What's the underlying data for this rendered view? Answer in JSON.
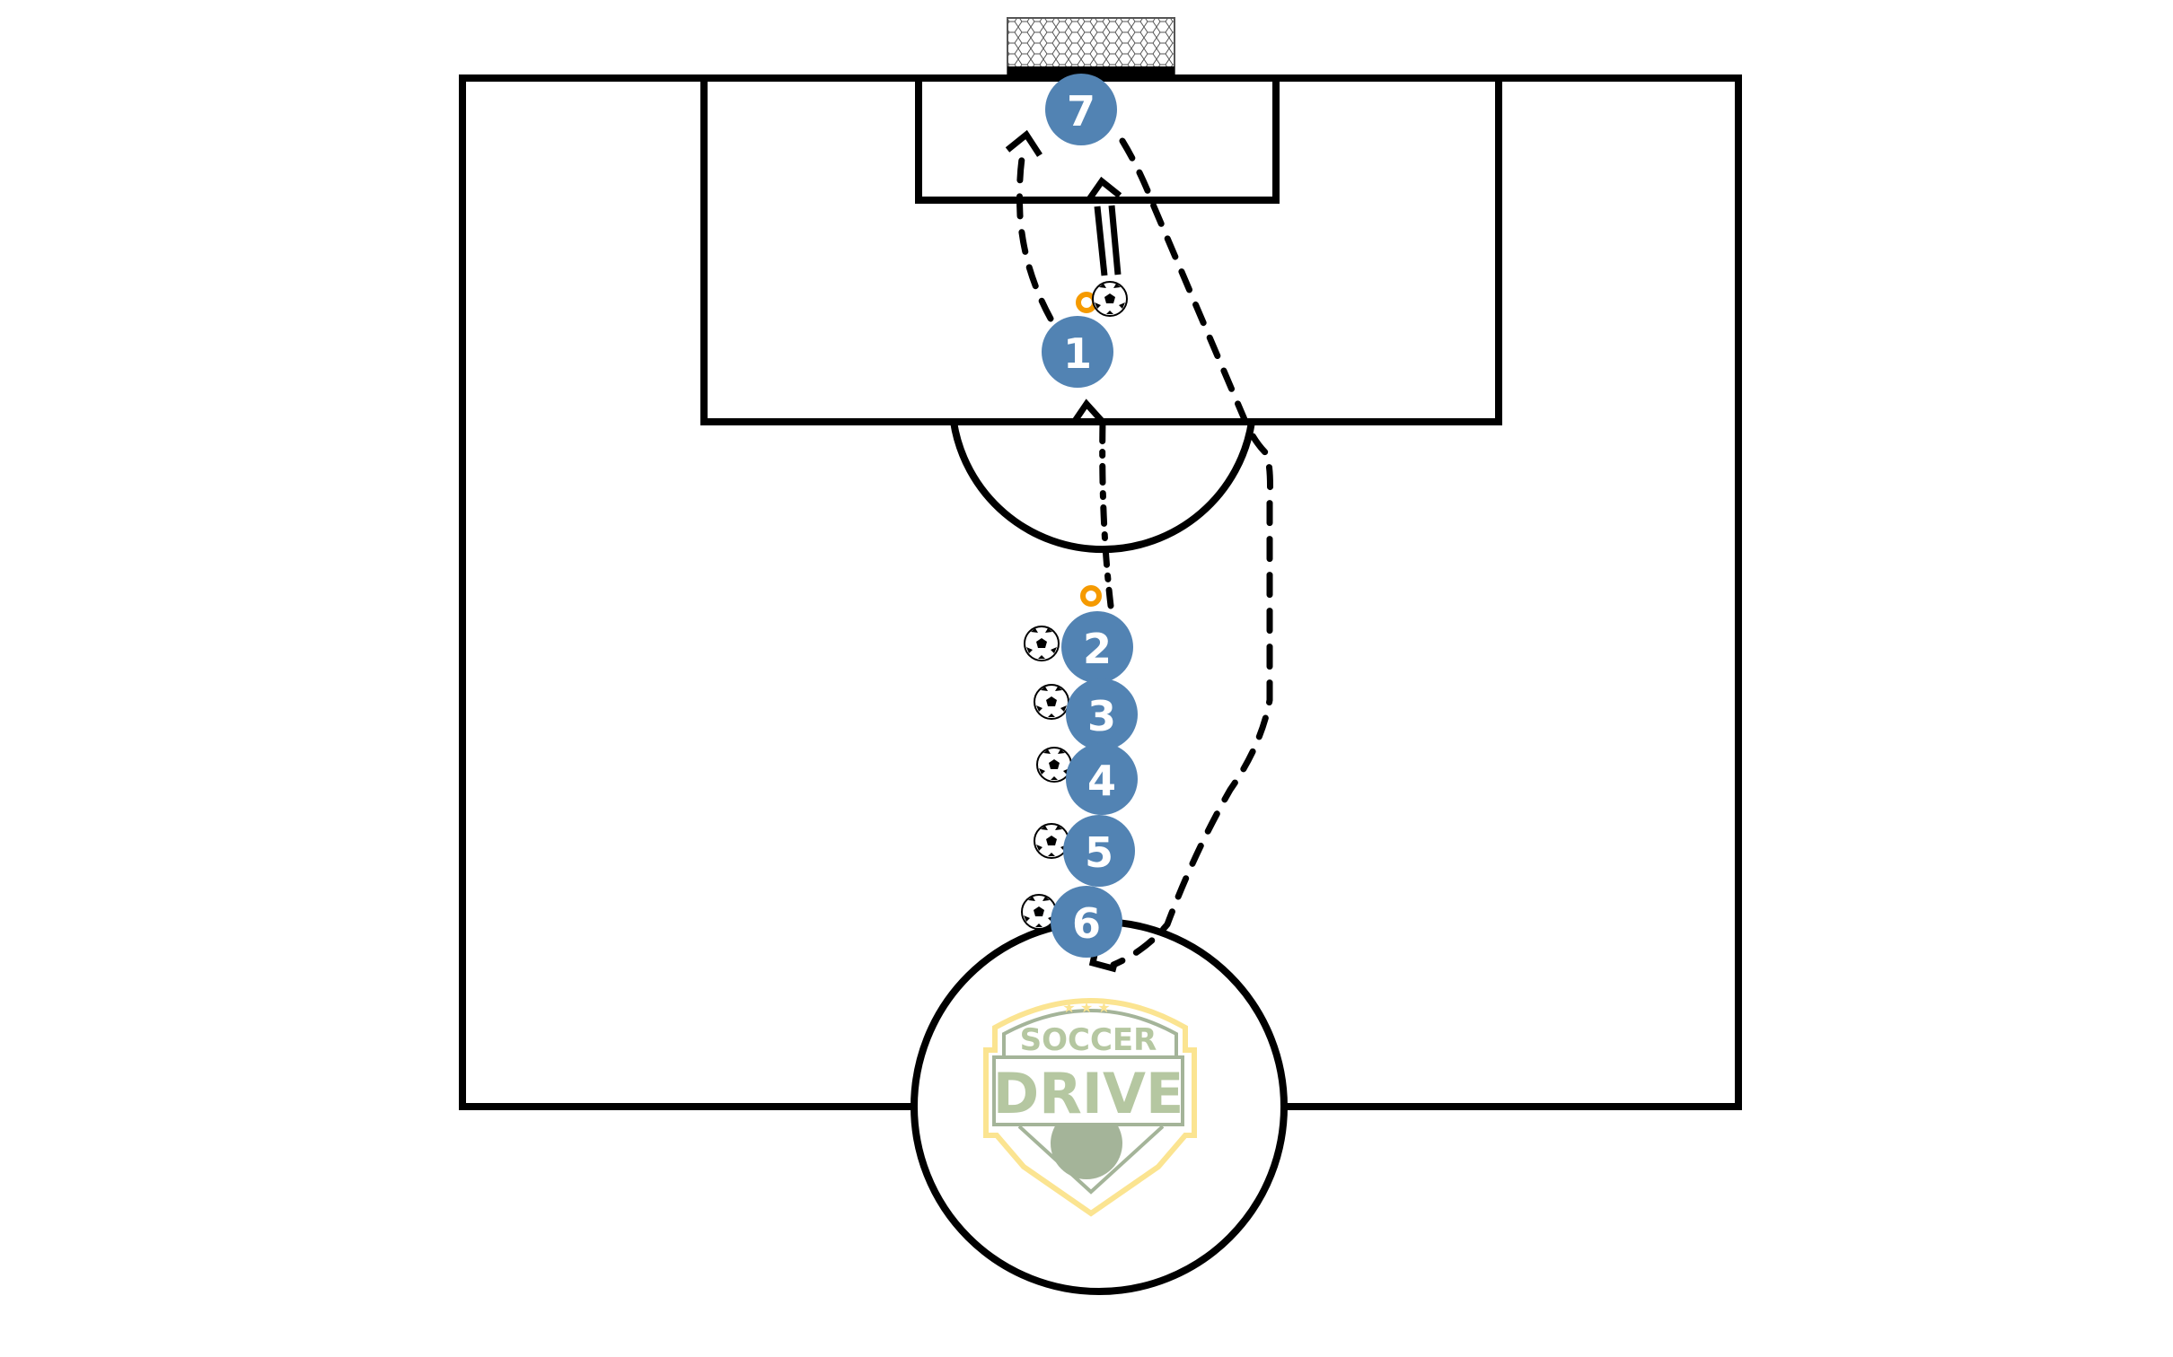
{
  "diagram": {
    "players": [
      {
        "label": "1"
      },
      {
        "label": "2"
      },
      {
        "label": "3"
      },
      {
        "label": "4"
      },
      {
        "label": "5"
      },
      {
        "label": "6"
      },
      {
        "label": "7"
      }
    ],
    "logo": {
      "line1": "SOCCER",
      "line2": "DRIVE"
    },
    "colors": {
      "player": "#5283b3",
      "cone": "#f59a00",
      "logo_text": "#b2c59c",
      "logo_border": "#fbe38c",
      "lines": "#000000"
    }
  }
}
